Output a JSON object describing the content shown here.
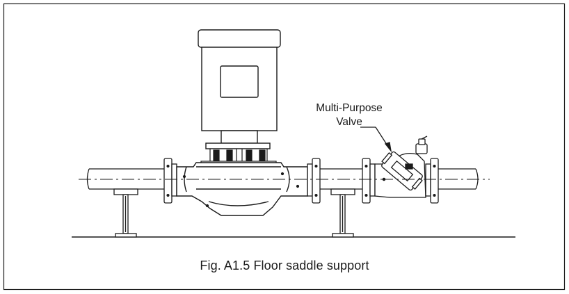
{
  "figure": {
    "caption": "Fig. A1.5  Floor saddle support",
    "callouts": {
      "valve_line1": "Multi-Purpose",
      "valve_line2": "Valve"
    }
  },
  "components": [
    "motor",
    "pump-casing",
    "pipe",
    "flange",
    "floor-saddle-support",
    "multi-purpose-valve",
    "floor-line",
    "centerline"
  ],
  "colors": {
    "stroke": "#1a1a1a",
    "background": "#ffffff"
  }
}
